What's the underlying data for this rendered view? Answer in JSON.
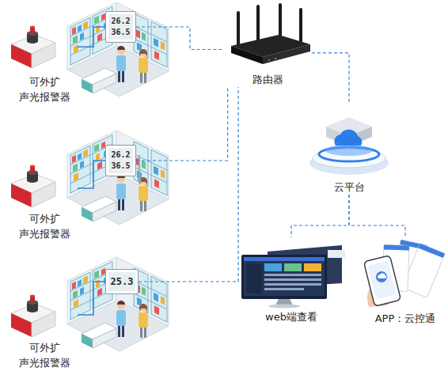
{
  "diagram": {
    "nodes": [
      {
        "text": [
          "26.2",
          "36.5"
        ]
      },
      {
        "text": [
          "可外扩 声光报警器"
        ]
      },
      {
        "text": [
          "路由器"
        ]
      },
      {
        "text": [
          "云平台"
        ]
      },
      {
        "text": [
          "26.2",
          "36.5"
        ]
      },
      {
        "text": [
          "可外扩 声光报警器"
        ]
      },
      {
        "text": [
          "25.3"
        ]
      },
      {
        "text": [
          "可外扩 声光报警器"
        ]
      },
      {
        "text": [
          "web端查看"
        ]
      },
      {
        "text": [
          "APP：云控通"
        ]
      }
    ],
    "edges": [
      {
        "from": 1,
        "to": 0,
        "arrow": "none"
      },
      {
        "from": 0,
        "to": 2,
        "arrow": "none"
      },
      {
        "from": 2,
        "to": 3,
        "arrow": "none"
      },
      {
        "from": 5,
        "to": 4,
        "arrow": "none"
      },
      {
        "from": 4,
        "to": 2,
        "arrow": "none"
      },
      {
        "from": 7,
        "to": 6,
        "arrow": "none"
      },
      {
        "from": 6,
        "to": 2,
        "arrow": "none"
      },
      {
        "from": 3,
        "to": 8,
        "arrow": "none"
      },
      {
        "from": 3,
        "to": 9,
        "arrow": "none"
      }
    ]
  }
}
